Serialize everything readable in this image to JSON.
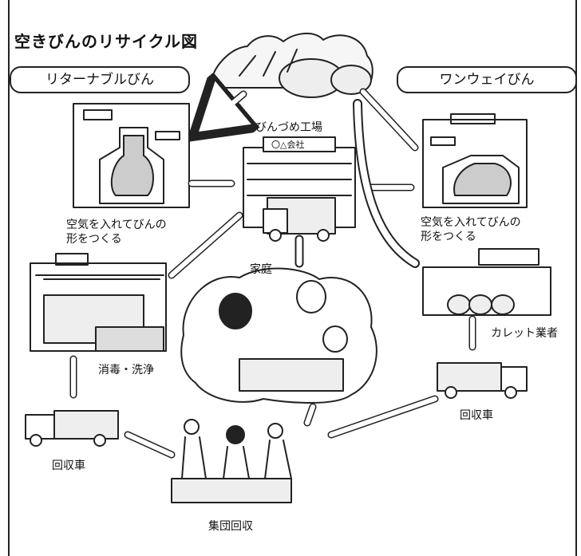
{
  "title": "空きびんのリサイクル図",
  "categories": {
    "returnable": "リターナブルびん",
    "oneway": "ワンウェイびん"
  },
  "nodes": {
    "factory": "びんづめ工場",
    "company_sign": "〇△会社",
    "mold_left": [
      "空気を入れてびんの",
      "形をつくる"
    ],
    "mold_right": [
      "空気を入れてびんの",
      "形をつくる"
    ],
    "home": "家庭",
    "wash": "消毒・洗浄",
    "truck_left": "回収車",
    "truck_right": "回収車",
    "cullet": "カレット業者",
    "group": "集団回収"
  }
}
